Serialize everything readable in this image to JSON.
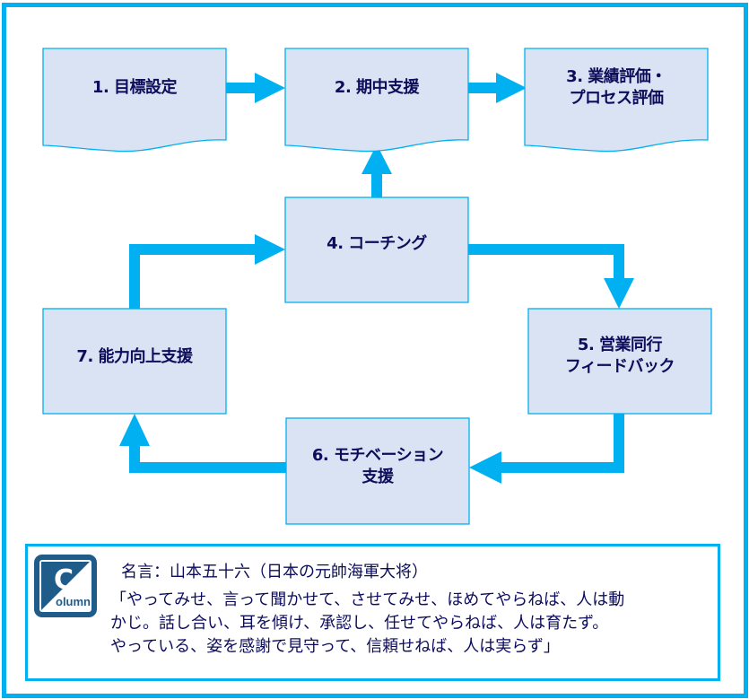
{
  "diagram": {
    "title": "営業マネジメントプロセス",
    "colors": {
      "frame": "#00B0F0",
      "arrow": "#00B0F0",
      "node_fill": "#DAE3F3",
      "node_border": "#00B0F0",
      "text": "#0D0D5C"
    },
    "nodes": [
      {
        "id": "n1",
        "lines": [
          "1. 目標設定"
        ],
        "shape": "document"
      },
      {
        "id": "n2",
        "lines": [
          "2. 期中支援"
        ],
        "shape": "document"
      },
      {
        "id": "n3",
        "lines": [
          "3. 業績評価・",
          "プロセス評価"
        ],
        "shape": "document"
      },
      {
        "id": "n4",
        "lines": [
          "4. コーチング"
        ],
        "shape": "rectangle"
      },
      {
        "id": "n5",
        "lines": [
          "5. 営業同行",
          "フィードバック"
        ],
        "shape": "rectangle"
      },
      {
        "id": "n6",
        "lines": [
          "6. モチベーション",
          "支援"
        ],
        "shape": "rectangle"
      },
      {
        "id": "n7",
        "lines": [
          "7. 能力向上支援"
        ],
        "shape": "rectangle"
      }
    ],
    "edges": [
      {
        "from": "n1",
        "to": "n2"
      },
      {
        "from": "n2",
        "to": "n3"
      },
      {
        "from": "n4",
        "to": "n2"
      },
      {
        "from": "n4",
        "to": "n5"
      },
      {
        "from": "n5",
        "to": "n6"
      },
      {
        "from": "n6",
        "to": "n7"
      },
      {
        "from": "n7",
        "to": "n4"
      }
    ]
  },
  "column": {
    "icon": "column-icon",
    "icon_letter": "C",
    "icon_word": "olumn",
    "title": "名言：山本五十六（日本の元帥海軍大将）",
    "quote_lines": [
      "「やってみせ、言って聞かせて、させてみせ、ほめてやらねば、人は動",
      "かじ。話し合い、耳を傾け、承認し、任せてやらねば、人は育たず。",
      "やっている、姿を感謝で見守って、信頼せねば、人は実らず」"
    ]
  }
}
